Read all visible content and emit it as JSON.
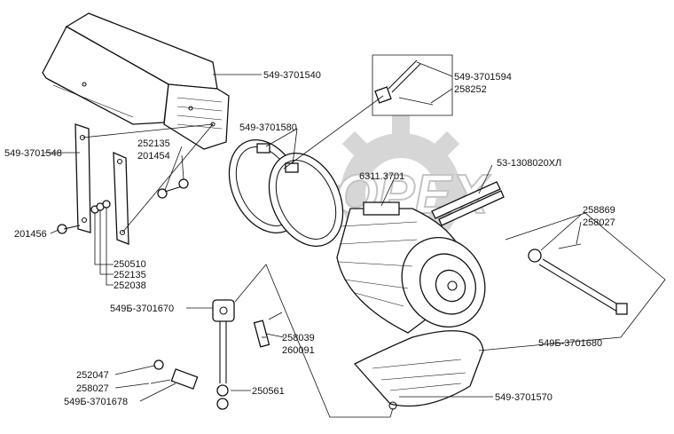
{
  "watermark": "OPEX",
  "labels": {
    "l549_3701540": "549-3701540",
    "l549_3701594": "549-3701594",
    "l258252": "258252",
    "l549_3701580": "549-3701580",
    "l549_3701548": "549-3701548",
    "l252135_top": "252135",
    "l201454": "201454",
    "l6311_3701": "6311.3701",
    "l53_1308020xl": "53-1308020ХЛ",
    "l258869": "258869",
    "l258027_right": "258027",
    "l201456": "201456",
    "l250510": "250510",
    "l252135_bottom": "252135",
    "l252038": "252038",
    "l549b_3701670": "549Б-3701670",
    "l258039": "258039",
    "l260091": "260091",
    "l549b_3701680": "549Б-3701680",
    "l252047": "252047",
    "l258027_left": "258027",
    "l549b_3701678": "549Б-3701678",
    "l250561": "250561",
    "l549_3701570": "549-3701570"
  }
}
